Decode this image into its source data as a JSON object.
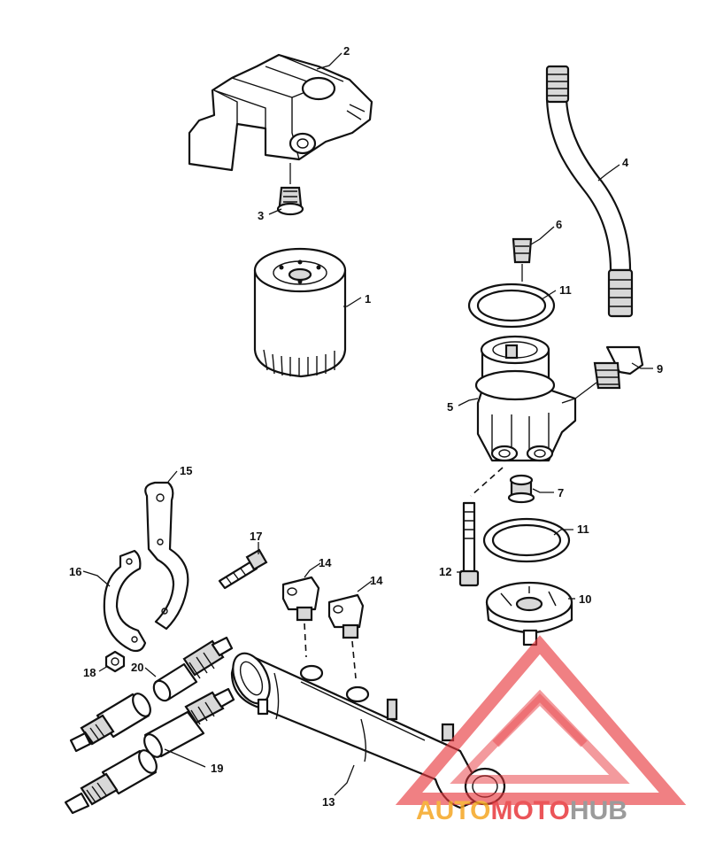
{
  "callouts": {
    "c1": "1",
    "c2": "2",
    "c3": "3",
    "c4": "4",
    "c5": "5",
    "c6": "6",
    "c7": "7",
    "c9": "9",
    "c10": "10",
    "c11a": "11",
    "c11b": "11",
    "c12": "12",
    "c13": "13",
    "c14a": "14",
    "c14b": "14",
    "c15": "15",
    "c16": "16",
    "c17": "17",
    "c18": "18",
    "c19": "19",
    "c20": "20"
  },
  "watermark": {
    "part1": "AUTO",
    "part2": "MOTO",
    "part3": "HUB",
    "colors": {
      "orange": "#f5a623",
      "red": "#e8383d",
      "gray": "#8a8a8a"
    }
  }
}
